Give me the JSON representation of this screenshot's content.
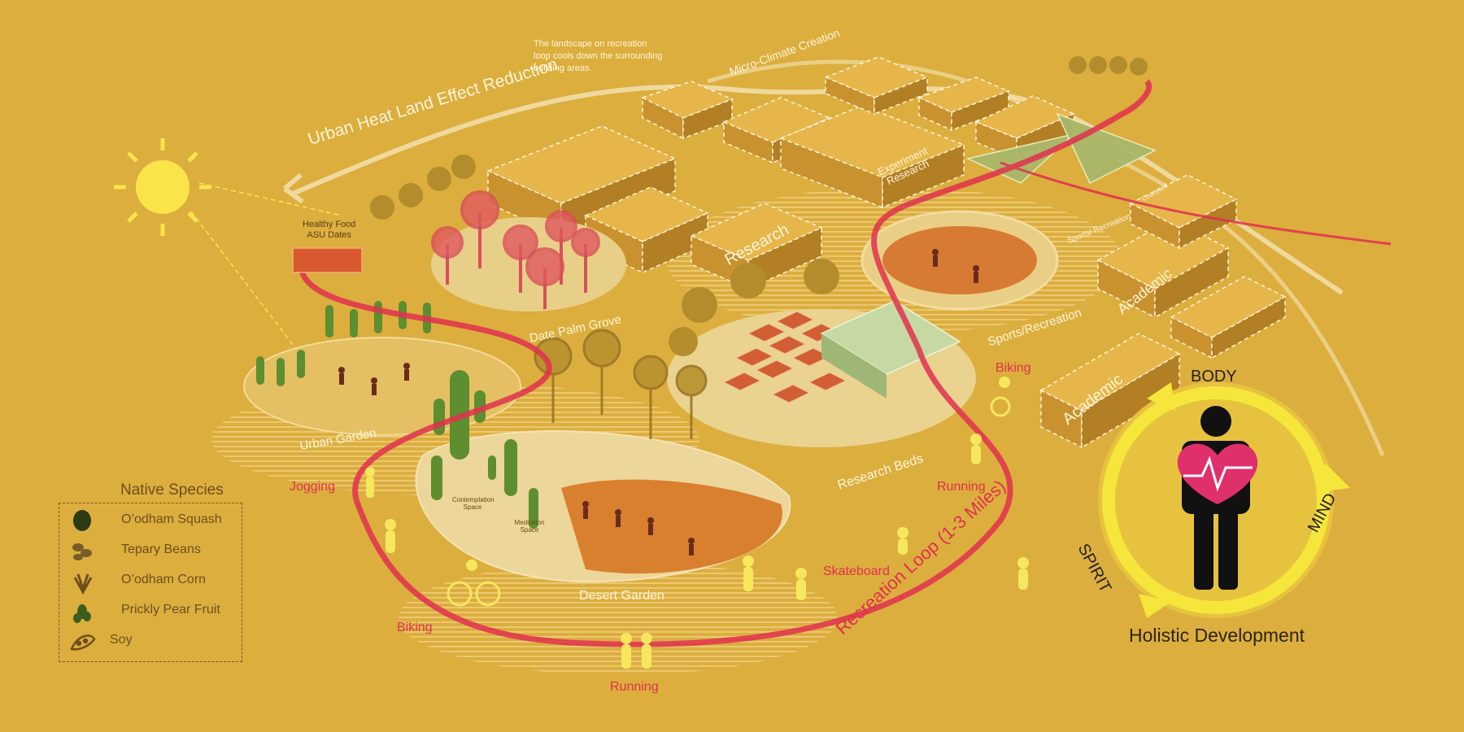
{
  "labels": {
    "note": "The landscape on recreation loop cools down the surrounding building areas.",
    "urban_heat": "Urban Heat Land Effect Reduction",
    "micro_climate": "Micro-Climate Creation",
    "healthy_food": "Healthy Food",
    "asu_dates": "ASU Dates",
    "date_palm_grove": "Date Palm Grove",
    "urban_garden": "Urban Garden",
    "desert_garden": "Desert Garden",
    "research_beds": "Research Beds",
    "sports_recreation": "Sports/Recreation",
    "sports_recreation_small": "Sports/ Recreation",
    "courtyard": "Courtyard",
    "research": "Research",
    "experiment": "Experiment",
    "research_small": "Research",
    "academic_upper": "Academic",
    "academic_lower": "Academic",
    "contemplation": "Contemplation",
    "meditation": "Meditation",
    "space": "Space",
    "jogging": "Jogging",
    "biking_west": "Biking",
    "running_south": "Running",
    "skateboard": "Skateboard",
    "running_east": "Running",
    "biking_east": "Biking",
    "recreation_loop": "Recreation Loop (1-3 Miles)"
  },
  "legend": {
    "title": "Native Species",
    "items": [
      "O’odham Squash",
      "Tepary Beans",
      "O’odham Corn",
      "Prickly Pear Fruit",
      "Soy"
    ],
    "icons": [
      "squash-icon",
      "beans-icon",
      "corn-icon",
      "prickly-pear-icon",
      "soy-icon"
    ]
  },
  "holistic": {
    "title": "Holistic Development",
    "body": "BODY",
    "spirit": "SPIRIT",
    "mind": "MIND"
  },
  "colors": {
    "background": "#dcae3e",
    "loop_red": "#e0304e",
    "accent_yellow": "#f6e63b",
    "heart_pink": "#e0306b"
  }
}
